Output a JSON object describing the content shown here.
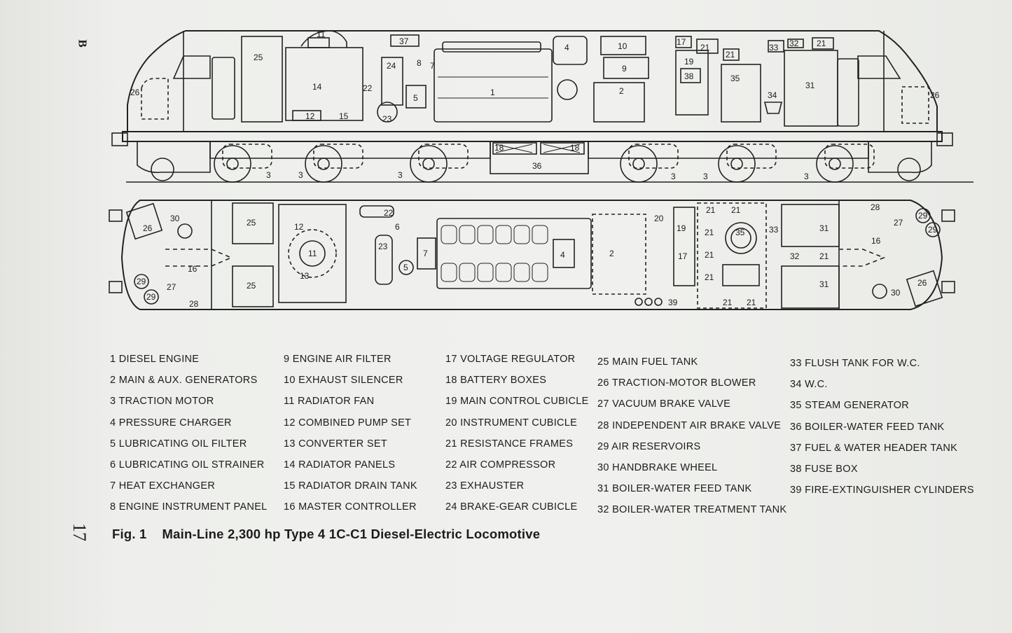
{
  "page": {
    "side_letter": "B",
    "page_number": "17"
  },
  "callouts": {
    "n1": "1",
    "n2": "2",
    "n3": "3",
    "n4": "4",
    "n5": "5",
    "n6": "6",
    "n7": "7",
    "n8": "8",
    "n9": "9",
    "n10": "10",
    "n11": "11",
    "n12": "12",
    "n13": "13",
    "n14": "14",
    "n15": "15",
    "n16": "16",
    "n17": "17",
    "n18": "18",
    "n19": "19",
    "n20": "20",
    "n21": "21",
    "n22": "22",
    "n23": "23",
    "n24": "24",
    "n25": "25",
    "n26": "26",
    "n27": "27",
    "n28": "28",
    "n29": "29",
    "n30": "30",
    "n31": "31",
    "n32": "32",
    "n33": "33",
    "n34": "34",
    "n35": "35",
    "n36": "36",
    "n37": "37",
    "n38": "38",
    "n39": "39"
  },
  "legend": [
    {
      "num": "1",
      "label": "DIESEL ENGINE"
    },
    {
      "num": "2",
      "label": "MAIN & AUX. GENERATORS"
    },
    {
      "num": "3",
      "label": "TRACTION MOTOR"
    },
    {
      "num": "4",
      "label": "PRESSURE CHARGER"
    },
    {
      "num": "5",
      "label": "LUBRICATING OIL FILTER"
    },
    {
      "num": "6",
      "label": "LUBRICATING OIL STRAINER"
    },
    {
      "num": "7",
      "label": "HEAT EXCHANGER"
    },
    {
      "num": "8",
      "label": "ENGINE INSTRUMENT PANEL"
    },
    {
      "num": "9",
      "label": "ENGINE AIR FILTER"
    },
    {
      "num": "10",
      "label": "EXHAUST SILENCER"
    },
    {
      "num": "11",
      "label": "RADIATOR FAN"
    },
    {
      "num": "12",
      "label": "COMBINED PUMP SET"
    },
    {
      "num": "13",
      "label": "CONVERTER SET"
    },
    {
      "num": "14",
      "label": "RADIATOR PANELS"
    },
    {
      "num": "15",
      "label": "RADIATOR DRAIN TANK"
    },
    {
      "num": "16",
      "label": "MASTER CONTROLLER"
    },
    {
      "num": "17",
      "label": "VOLTAGE REGULATOR"
    },
    {
      "num": "18",
      "label": "BATTERY BOXES"
    },
    {
      "num": "19",
      "label": "MAIN CONTROL CUBICLE"
    },
    {
      "num": "20",
      "label": "INSTRUMENT CUBICLE"
    },
    {
      "num": "21",
      "label": "RESISTANCE FRAMES"
    },
    {
      "num": "22",
      "label": "AIR COMPRESSOR"
    },
    {
      "num": "23",
      "label": "EXHAUSTER"
    },
    {
      "num": "24",
      "label": "BRAKE-GEAR CUBICLE"
    },
    {
      "num": "25",
      "label": "MAIN FUEL TANK"
    },
    {
      "num": "26",
      "label": "TRACTION-MOTOR BLOWER"
    },
    {
      "num": "27",
      "label": "VACUUM BRAKE VALVE"
    },
    {
      "num": "28",
      "label": "INDEPENDENT AIR BRAKE VALVE"
    },
    {
      "num": "29",
      "label": "AIR RESERVOIRS"
    },
    {
      "num": "30",
      "label": "HANDBRAKE WHEEL"
    },
    {
      "num": "31",
      "label": "BOILER-WATER FEED TANK"
    },
    {
      "num": "32",
      "label": "BOILER-WATER TREATMENT TANK"
    },
    {
      "num": "33",
      "label": "FLUSH TANK FOR W.C."
    },
    {
      "num": "34",
      "label": "W.C."
    },
    {
      "num": "35",
      "label": "STEAM GENERATOR"
    },
    {
      "num": "36",
      "label": "BOILER-WATER FEED TANK"
    },
    {
      "num": "37",
      "label": "FUEL & WATER HEADER TANK"
    },
    {
      "num": "38",
      "label": "FUSE BOX"
    },
    {
      "num": "39",
      "label": "FIRE-EXTINGUISHER CYLINDERS"
    }
  ],
  "caption": {
    "fig": "Fig. 1",
    "title": "Main-Line 2,300 hp Type 4 1C-C1 Diesel-Electric Locomotive"
  }
}
